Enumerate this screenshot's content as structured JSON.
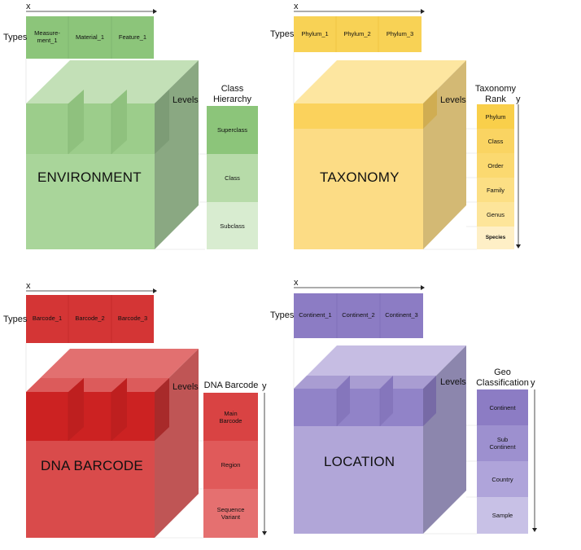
{
  "panels": [
    {
      "key": "environment",
      "title": "ENVIRONMENT",
      "x_label": "x",
      "y_label": "",
      "types_label": "Types",
      "levels_label": "Levels",
      "types": [
        "Measure-\nment_1",
        "Material_1",
        "Feature_1"
      ],
      "hierarchy_title": "Class\nHierarchy",
      "hierarchy": [
        "Superclass",
        "Class",
        "Subclass"
      ],
      "colors": {
        "accent": "#8cc57a",
        "light": "#c9e4bf",
        "mid": "#a9d59a",
        "dark": "#7fa576"
      }
    },
    {
      "key": "taxonomy",
      "title": "TAXONOMY",
      "x_label": "x",
      "y_label": "y",
      "types_label": "Types",
      "levels_label": "Levels",
      "types": [
        "Phylum_1",
        "Phylum_2",
        "Phylum_3"
      ],
      "hierarchy_title": "Taxonomy\nRank",
      "hierarchy": [
        "Phylum",
        "Class",
        "Order",
        "Family",
        "Genus",
        "Species"
      ],
      "colors": {
        "accent": "#f8d255",
        "light": "#fde9a8",
        "mid": "#fbdc7f",
        "dark": "#cfb46a"
      }
    },
    {
      "key": "dna",
      "title": "DNA BARCODE",
      "x_label": "x",
      "y_label": "y",
      "types_label": "Types",
      "levels_label": "Levels",
      "types": [
        "Barcode_1",
        "Barcode_2",
        "Barcode_3"
      ],
      "hierarchy_title": "DNA Barcode",
      "hierarchy": [
        "Main\nBarcode",
        "Region",
        "Sequence\nVariant"
      ],
      "colors": {
        "accent": "#d43535",
        "light": "#e37474",
        "mid": "#d94b4b",
        "dark": "#b94c4c"
      }
    },
    {
      "key": "location",
      "title": "LOCATION",
      "x_label": "x",
      "y_label": "y",
      "types_label": "Types",
      "levels_label": "Levels",
      "types": [
        "Continent_1",
        "Continent_2",
        "Continent_3"
      ],
      "hierarchy_title": "Geo\nClassification",
      "hierarchy": [
        "Continent",
        "Sub\nContinent",
        "Country",
        "Sample"
      ],
      "colors": {
        "accent": "#8c7cc4",
        "light": "#c5bde3",
        "mid": "#a89bd4",
        "dark": "#8b81b0"
      }
    }
  ]
}
